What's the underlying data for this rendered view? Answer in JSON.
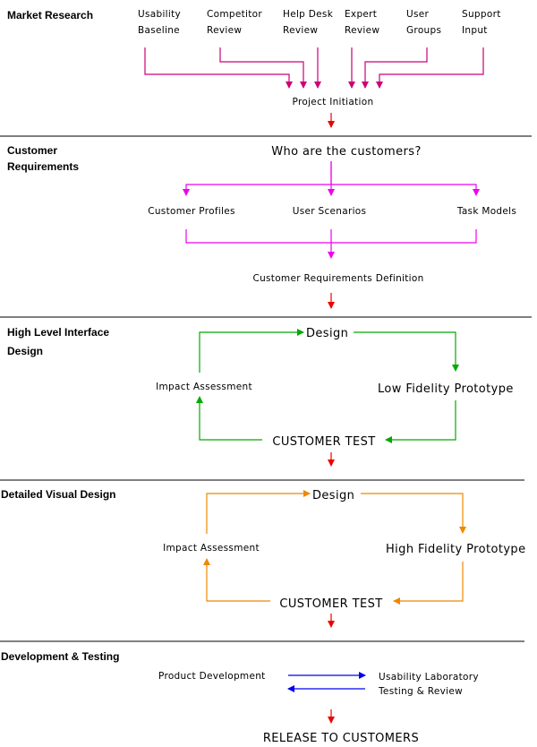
{
  "colors": {
    "magenta": "#cc0077",
    "pink": "#ee00ee",
    "green": "#00aa00",
    "orange": "#ee8800",
    "blue": "#0000ee",
    "red": "#ee0000"
  },
  "sections": {
    "market_research": {
      "title": "Market Research",
      "inputs": [
        {
          "line1": "Usability",
          "line2": "Baseline"
        },
        {
          "line1": "Competitor",
          "line2": "Review"
        },
        {
          "line1": "Help Desk",
          "line2": "Review"
        },
        {
          "line1": "Expert",
          "line2": "Review"
        },
        {
          "line1": "User",
          "line2": "Groups"
        },
        {
          "line1": "Support",
          "line2": "Input"
        }
      ],
      "output": "Project Initiation"
    },
    "customer_requirements": {
      "title_line1": "Customer",
      "title_line2": "Requirements",
      "question": "Who are the customers?",
      "items": [
        "Customer Profiles",
        "User Scenarios",
        "Task Models"
      ],
      "output": "Customer Requirements Definition"
    },
    "high_level_design": {
      "title_line1": "High Level Interface",
      "title_line2": "Design",
      "design": "Design",
      "prototype": "Low Fidelity Prototype",
      "test": "CUSTOMER TEST",
      "impact": "Impact Assessment"
    },
    "detailed_visual_design": {
      "title": "Detailed Visual Design",
      "design": "Design",
      "prototype": "High Fidelity Prototype",
      "test": "CUSTOMER TEST",
      "impact": "Impact Assessment"
    },
    "development_testing": {
      "title": "Development & Testing",
      "left": "Product Development",
      "right_line1": "Usability Laboratory",
      "right_line2": "Testing & Review",
      "final": "RELEASE TO CUSTOMERS"
    }
  }
}
